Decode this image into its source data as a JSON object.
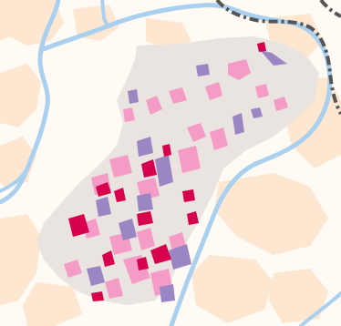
{
  "map": {
    "colors": {
      "background": "#fffaf4",
      "urban_fabric": "#fde7d0",
      "grey_zone": "#e9e4df",
      "water": "#aad0f0",
      "water_outline": "#8fbfe6",
      "boundary": "#555555",
      "category_dark": "#d6004c",
      "category_pink": "#f49cc6",
      "category_purple": "#9b86c4"
    },
    "layers": [
      {
        "name": "urban-fabric",
        "color": "#fde7d0"
      },
      {
        "name": "grey-zone",
        "color": "#e9e4df"
      },
      {
        "name": "river",
        "color": "#aad0f0"
      },
      {
        "name": "administrative-boundary",
        "color": "#555555"
      },
      {
        "name": "category-dark-pink",
        "color": "#d6004c"
      },
      {
        "name": "category-light-pink",
        "color": "#f49cc6"
      },
      {
        "name": "category-purple",
        "color": "#9b86c4"
      }
    ]
  }
}
